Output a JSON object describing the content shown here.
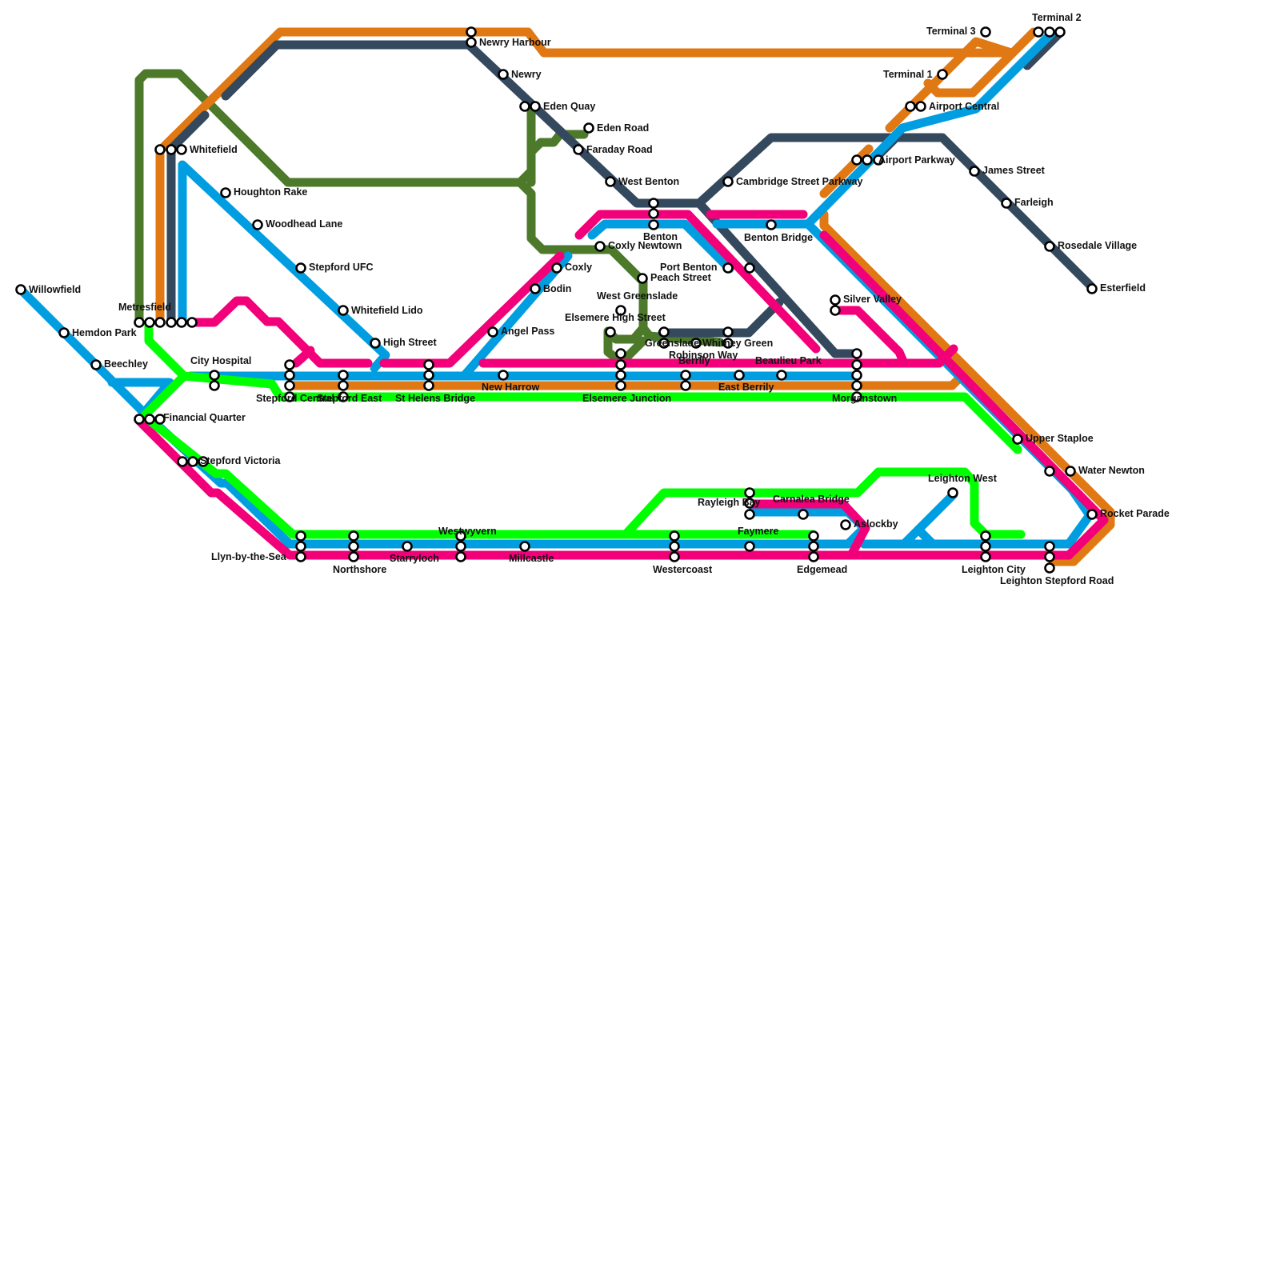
{
  "colors": {
    "blue": "#009ee0",
    "pink": "#f2007a",
    "orange": "#e07814",
    "dark": "#34495e",
    "olive": "#4c7a2a",
    "green": "#00ff00"
  },
  "lines": [
    {
      "id": "blue",
      "color": "#009ee0"
    },
    {
      "id": "pink",
      "color": "#f2007a"
    },
    {
      "id": "orange",
      "color": "#e07814"
    },
    {
      "id": "dark",
      "color": "#34495e"
    },
    {
      "id": "olive",
      "color": "#4c7a2a"
    },
    {
      "id": "green",
      "color": "#00ff00"
    }
  ],
  "stations": [
    {
      "name": "Willowfield"
    },
    {
      "name": "Hemdon Park"
    },
    {
      "name": "Beechley"
    },
    {
      "name": "Metresfield"
    },
    {
      "name": "Financial Quarter"
    },
    {
      "name": "Stepford Victoria"
    },
    {
      "name": "Llyn-by-the-Sea"
    },
    {
      "name": "Whitefield"
    },
    {
      "name": "Houghton Rake"
    },
    {
      "name": "Woodhead Lane"
    },
    {
      "name": "Stepford UFC"
    },
    {
      "name": "Whitefield Lido"
    },
    {
      "name": "High Street"
    },
    {
      "name": "City Hospital"
    },
    {
      "name": "Stepford Central"
    },
    {
      "name": "Stepford East"
    },
    {
      "name": "St Helens Bridge"
    },
    {
      "name": "Northshore"
    },
    {
      "name": "Starryloch"
    },
    {
      "name": "Westwyvern"
    },
    {
      "name": "Millcastle"
    },
    {
      "name": "Newry Harbour"
    },
    {
      "name": "Newry"
    },
    {
      "name": "Eden Quay"
    },
    {
      "name": "Eden Road"
    },
    {
      "name": "Faraday Road"
    },
    {
      "name": "West Benton"
    },
    {
      "name": "Benton"
    },
    {
      "name": "Coxly Newtown"
    },
    {
      "name": "Coxly"
    },
    {
      "name": "Bodin"
    },
    {
      "name": "Angel Pass"
    },
    {
      "name": "New Harrow"
    },
    {
      "name": "Peach Street"
    },
    {
      "name": "West Greenslade"
    },
    {
      "name": "Elsemere High Street"
    },
    {
      "name": "Elsemere Junction"
    },
    {
      "name": "Greenslade"
    },
    {
      "name": "Robinson Way"
    },
    {
      "name": "Berrily"
    },
    {
      "name": "Whitney Green"
    },
    {
      "name": "East Berrily"
    },
    {
      "name": "Port Benton"
    },
    {
      "name": "Cambridge Street Parkway"
    },
    {
      "name": "Benton Bridge"
    },
    {
      "name": "Beaulieu Park"
    },
    {
      "name": "Morganstown"
    },
    {
      "name": "Silver Valley"
    },
    {
      "name": "Airport Parkway"
    },
    {
      "name": "Airport Central"
    },
    {
      "name": "Terminal 1"
    },
    {
      "name": "Terminal 2"
    },
    {
      "name": "Terminal 3"
    },
    {
      "name": "James Street"
    },
    {
      "name": "Farleigh"
    },
    {
      "name": "Rosedale Village"
    },
    {
      "name": "Esterfield"
    },
    {
      "name": "Upper Staploe"
    },
    {
      "name": "Water Newton"
    },
    {
      "name": "Rocket Parade"
    },
    {
      "name": "Leighton Stepford Road"
    },
    {
      "name": "Leighton City"
    },
    {
      "name": "Leighton West"
    },
    {
      "name": "Aslockby"
    },
    {
      "name": "Edgemead"
    },
    {
      "name": "Carnalea Bridge"
    },
    {
      "name": "Rayleigh Bay"
    },
    {
      "name": "Faymere"
    },
    {
      "name": "Westercoast"
    }
  ]
}
